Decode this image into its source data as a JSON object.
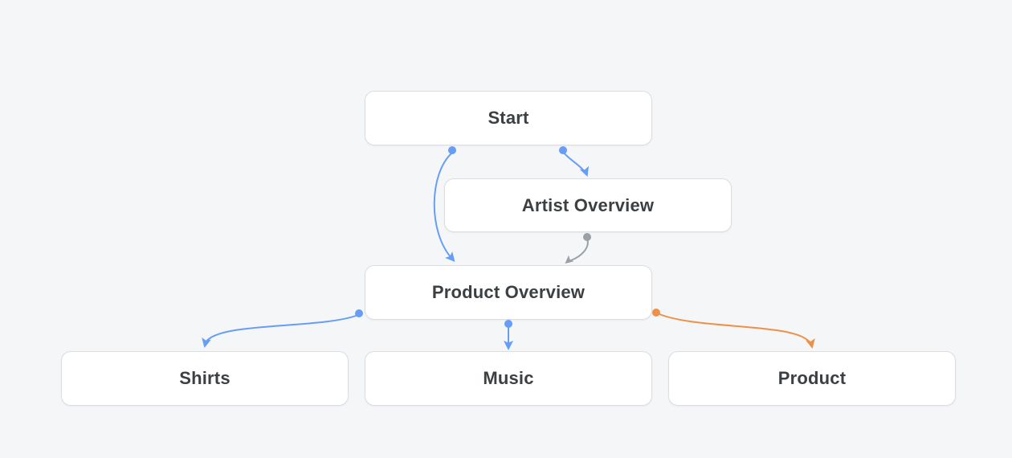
{
  "colors": {
    "background": "#F5F6F8",
    "node_fill": "#FFFFFF",
    "node_border": "#DBDDE1",
    "label": "#3C4043",
    "edge_blue": "#669DF6",
    "edge_gray": "#9AA0A6",
    "edge_orange": "#ED9149"
  },
  "diagram": {
    "nodes": [
      {
        "id": "start",
        "label": "Start"
      },
      {
        "id": "artist-overview",
        "label": "Artist Overview"
      },
      {
        "id": "product-overview",
        "label": "Product Overview"
      },
      {
        "id": "shirts",
        "label": "Shirts"
      },
      {
        "id": "music",
        "label": "Music"
      },
      {
        "id": "product",
        "label": "Product"
      }
    ],
    "edges": [
      {
        "from": "Start",
        "to": "Artist Overview",
        "color": "blue"
      },
      {
        "from": "Start",
        "to": "Product Overview",
        "color": "blue"
      },
      {
        "from": "Artist Overview",
        "to": "Product Overview",
        "color": "gray"
      },
      {
        "from": "Product Overview",
        "to": "Shirts",
        "color": "blue"
      },
      {
        "from": "Product Overview",
        "to": "Music",
        "color": "blue"
      },
      {
        "from": "Product Overview",
        "to": "Product",
        "color": "orange"
      }
    ]
  }
}
